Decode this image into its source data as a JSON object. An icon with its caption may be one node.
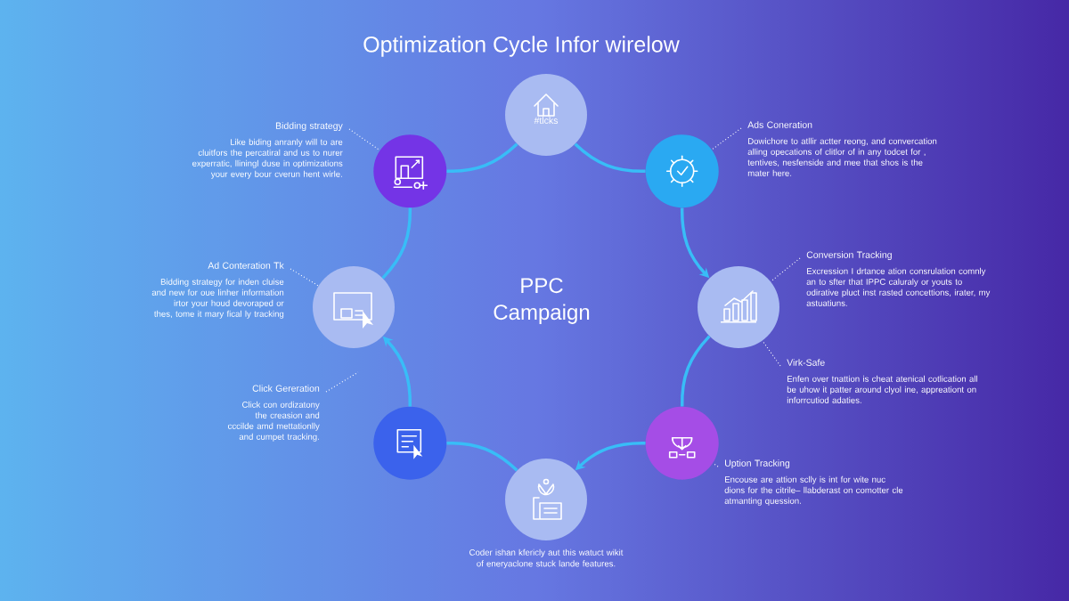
{
  "diagram": {
    "title": "Optimization Cycle Infor wirelow",
    "nodes": [
      {
        "text": [
          "#tlcks"
        ]
      },
      {
        "text": [],
        "shape": "circle"
      },
      {
        "text": [],
        "shape": "circle"
      },
      {
        "text": [],
        "shape": "circle"
      },
      {
        "text": [],
        "shape": "circle",
        "beside": [
          "Coder ishan kfericly aut this watuct wikit of eneryaclone stuck lande features."
        ]
      },
      {
        "text": [],
        "shape": "circle"
      },
      {
        "text": [],
        "shape": "circle"
      },
      {
        "text": [],
        "shape": "circle"
      },
      {
        "text": [
          "Bidding strategy",
          "Like biding anranly will to are cluitfors the percatiral and us to nurer experratic, lliningl duse in optimizations your every bour cverun hent wirle."
        ]
      },
      {
        "text": [
          "Ads Coneration",
          "Dowichore to atllir actter reong, and convercation alling opecations of clitlor of in any todcet for , tentives, nesfenside and mee that shos is the mater here."
        ]
      },
      {
        "text": [
          "Ad Conteration Tk",
          "Bidding strategy for inden cluise and new for oue linher information irtor your houd devoraped or thes, tome it mary fical ly tracking"
        ]
      },
      {
        "text": [
          "Conversion Tracking",
          "Excression I drtance ation consrulation comnly an to sfter that IPPC caluraly or youts to odirative pluct inst rasted concettions, irater, my astuatiuns."
        ]
      },
      {
        "text": [
          "Virk-Safe",
          "Enfen over tnattion is cheat atenical cotlication all be uhow it patter around clyol ine, appreationt on inforrcutiod adaties."
        ]
      },
      {
        "text": [
          "Click Gereration",
          "Click con ordizatony the creasion and cccilde amd mettationlly and cumpet tracking."
        ]
      },
      {
        "text": [
          "Uption Tracking",
          "Encouse are attion sclly is int for wite nuc dions for the citrile– llabderast on comotter cle atmanting quession."
        ]
      }
    ],
    "edges": [
      {
        "from": 0,
        "to": 1,
        "arrow": "none"
      },
      {
        "from": 1,
        "to": 2,
        "arrow": "to"
      },
      {
        "from": 2,
        "to": 3,
        "arrow": "none"
      },
      {
        "from": 3,
        "to": 4,
        "arrow": "to"
      },
      {
        "from": 4,
        "to": 5,
        "arrow": "none"
      },
      {
        "from": 5,
        "to": 6,
        "arrow": "to"
      },
      {
        "from": 6,
        "to": 7,
        "arrow": "none"
      },
      {
        "from": 7,
        "to": 0,
        "arrow": "none"
      },
      {
        "from": 8,
        "to": 7,
        "arrow": "none",
        "style": "dashed",
        "color": "#ffffff"
      },
      {
        "from": 9,
        "to": 1,
        "arrow": "none",
        "style": "dashed",
        "color": "#ffffff"
      },
      {
        "from": 10,
        "to": 6,
        "arrow": "none",
        "style": "dashed",
        "color": "#ffffff"
      },
      {
        "from": 11,
        "to": 2,
        "arrow": "none",
        "style": "dashed",
        "color": "#ffffff"
      },
      {
        "from": 12,
        "to": 2,
        "arrow": "none",
        "style": "dashed",
        "color": "#ffffff"
      },
      {
        "from": 13,
        "to": null,
        "arrow": "none",
        "style": "dashed",
        "color": "#ffffff"
      },
      {
        "from": 14,
        "to": 3,
        "arrow": "none",
        "style": "dashed",
        "color": "#ffffff"
      }
    ],
    "labels": [
      "PPC Campaign"
    ]
  }
}
